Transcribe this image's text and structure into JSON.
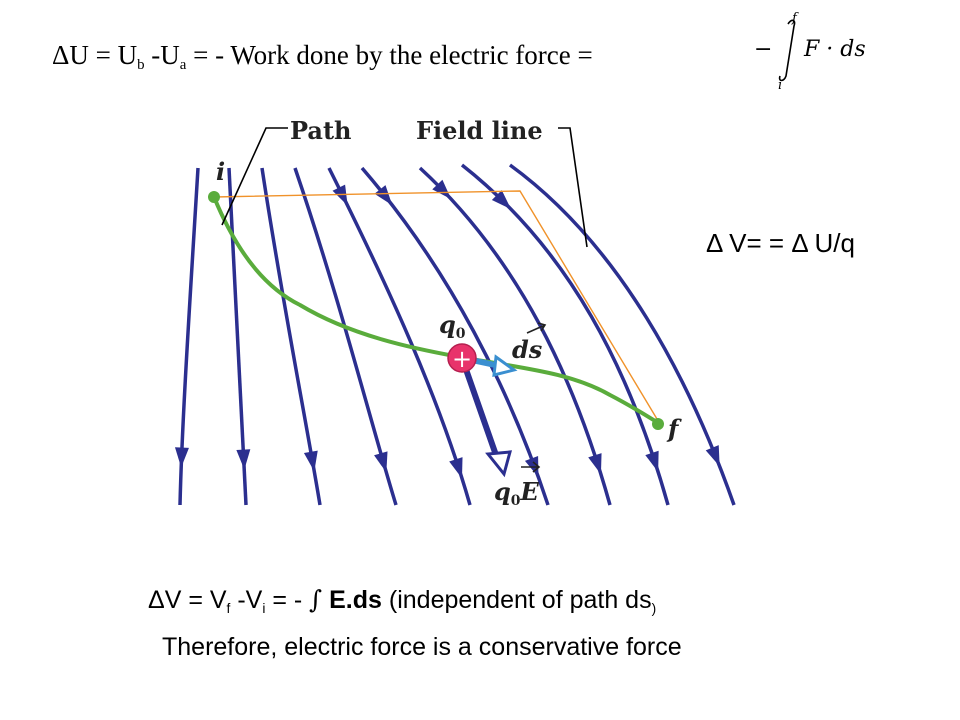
{
  "equations": {
    "delta_u": {
      "prefix": "ΔU = U",
      "sub_b": "b",
      "mid": " -U",
      "sub_a": "a",
      "suffix": " = - Work done by the electric force ="
    },
    "integral": {
      "minus": "−",
      "upper": "f",
      "lower": "i",
      "integrand": "F · ds"
    },
    "delta_v_right": "Δ V= = Δ U/q",
    "delta_v_bottom": {
      "prefix": "ΔV = V",
      "sub_f": "f",
      "mid": " -V",
      "sub_i": "i",
      "eq": " = - ",
      "integral_sign": "∫",
      "bold": " E.ds",
      "suffix": " (independent of path ds",
      "close": ")"
    },
    "conclusion": "Therefore, electric force is a conservative force"
  },
  "diagram": {
    "label_path": "Path",
    "label_field_line": "Field line",
    "label_i": "i",
    "label_f": "f",
    "label_q0": "q",
    "label_q0_sub": "0",
    "label_ds": "ds",
    "label_q0E": "q",
    "label_q0E_sub": "0",
    "label_E": "E",
    "charge_sign": "+",
    "colors": {
      "field_line": "#2b2f8f",
      "path": "#5aac3c",
      "orange_line": "#f0922a",
      "charge": "#e8336b",
      "ds_arrow": "#3a8fd0"
    }
  }
}
